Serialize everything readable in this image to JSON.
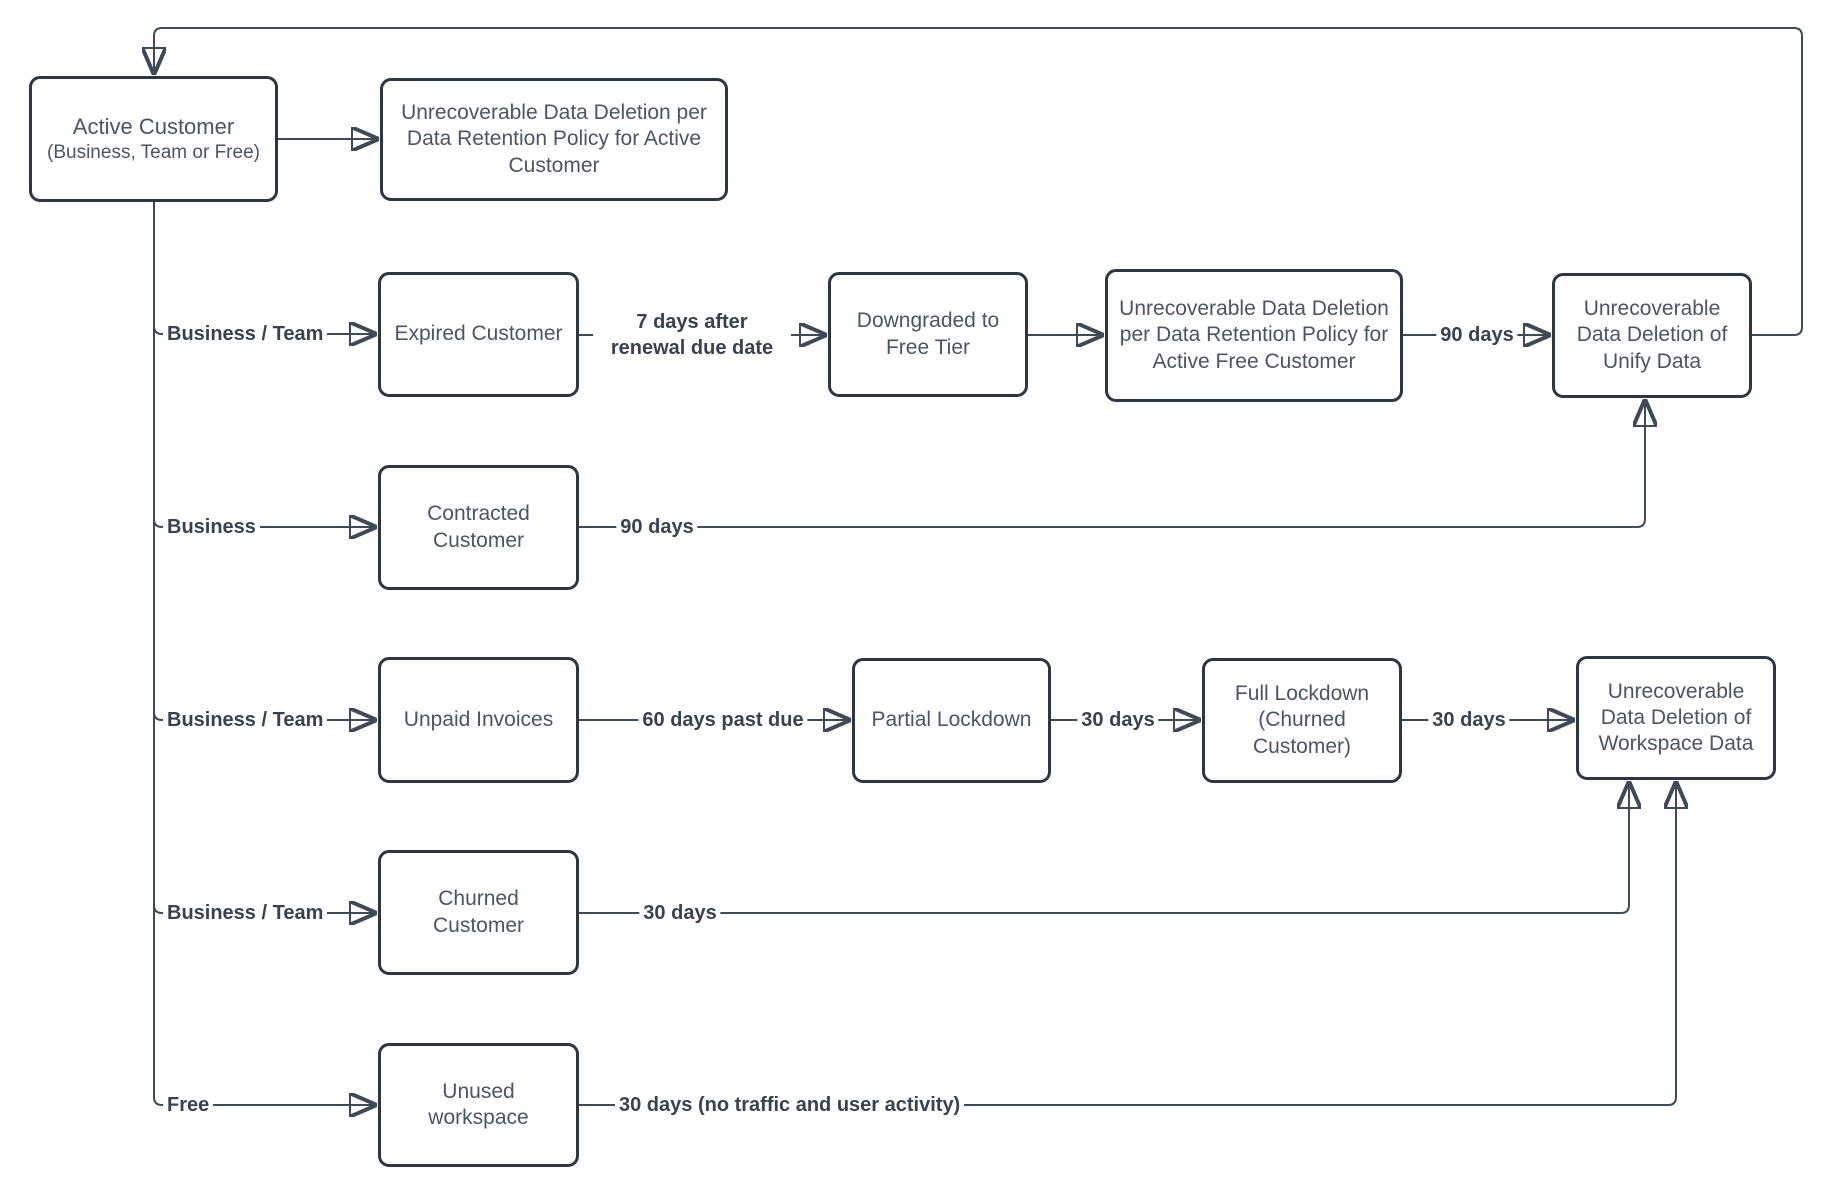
{
  "diagram": {
    "background": "#ffffff",
    "colors": {
      "node_border": "#2d3741",
      "node_text": "#4b5563",
      "edge_line": "#3f4a57",
      "edge_label_text": "#39434f"
    },
    "nodes": {
      "active": {
        "title": "Active Customer",
        "subtitle": "(Business, Team or Free)"
      },
      "del_active": {
        "label": "Unrecoverable Data Deletion per Data Retention Policy for Active Customer"
      },
      "expired": {
        "label": "Expired Customer"
      },
      "downgraded": {
        "label": "Downgraded to Free Tier"
      },
      "del_free": {
        "label": "Unrecoverable Data Deletion per Data Retention Policy for Active Free Customer"
      },
      "unify": {
        "label": "Unrecoverable Data Deletion of Unify Data"
      },
      "contracted": {
        "label": "Contracted Customer"
      },
      "unpaid": {
        "label": "Unpaid Invoices"
      },
      "partial": {
        "label": "Partial Lockdown"
      },
      "full": {
        "label": "Full Lockdown (Churned Customer)"
      },
      "workspace": {
        "label": "Unrecoverable Data Deletion of Workspace Data"
      },
      "churned": {
        "label": "Churned Customer"
      },
      "unused": {
        "label": "Unused workspace"
      }
    },
    "edge_labels": {
      "branch_expired": "Business / Team",
      "branch_contracted": "Business",
      "branch_unpaid": "Business / Team",
      "branch_churned": "Business / Team",
      "branch_unused": "Free",
      "expired_to_downgraded": "7 days after renewal due date",
      "delfree_to_unify": "90 days",
      "contracted_to_unify": "90 days",
      "unpaid_to_partial": "60 days past due",
      "partial_to_full": "30 days",
      "full_to_workspace": "30 days",
      "churned_to_workspace": "30 days",
      "unused_to_workspace": "30 days (no traffic and user activity)"
    }
  }
}
